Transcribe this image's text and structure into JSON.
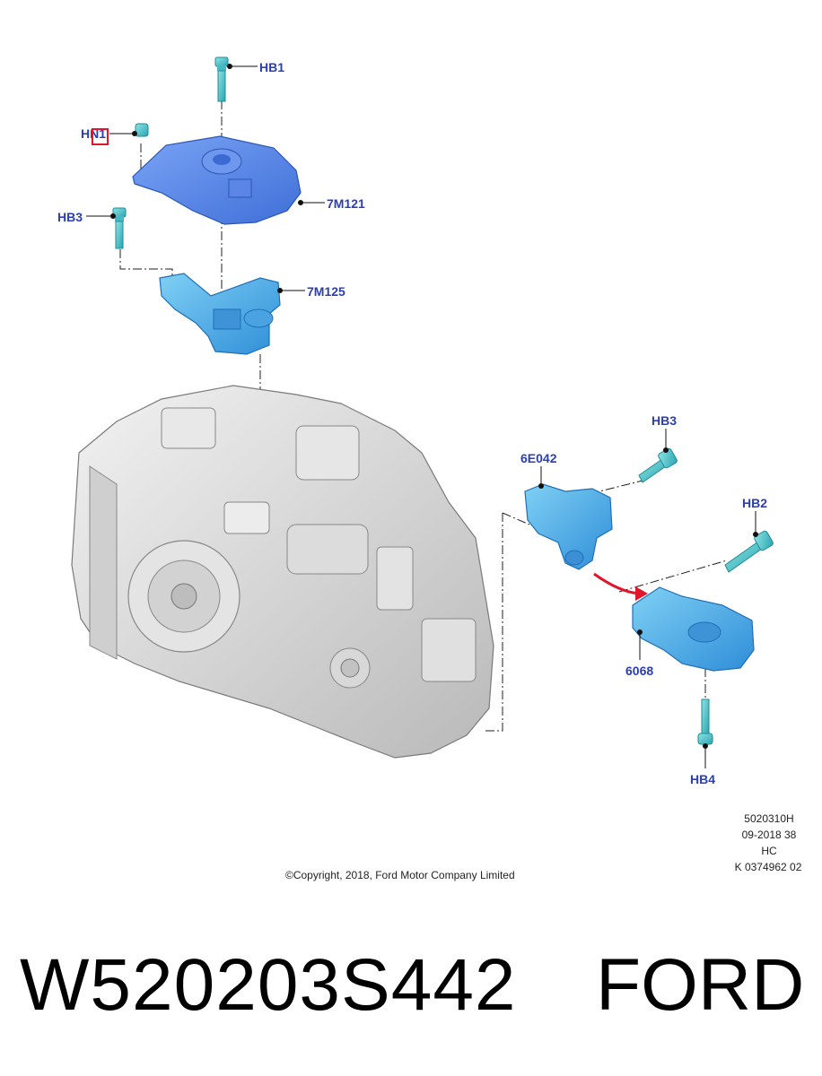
{
  "callouts": {
    "hb1_top": "HB1",
    "hn1": "HN1",
    "mount_7m121": "7M121",
    "hb3_left": "HB3",
    "bracket_7m125": "7M125",
    "hb3_right": "HB3",
    "bracket_6e042": "6E042",
    "hb2": "HB2",
    "mount_6068": "6068",
    "hb4": "HB4"
  },
  "meta": {
    "line1": "5020310H",
    "line2": "09-2018 38",
    "line3": "HC",
    "line4": "K 0374962  02"
  },
  "copyright": "©Copyright, 2018, Ford Motor Company Limited",
  "footer": {
    "part_number": "W520203S442",
    "brand": "FORD"
  },
  "colors": {
    "callout_text": "#2a3fb3",
    "part_blue": "#5b8def",
    "part_cyan": "#4fc8c8",
    "highlight_box": "#e0162b",
    "arrow_red": "#e0162b",
    "transmission_gray": "#d9d9d9"
  }
}
